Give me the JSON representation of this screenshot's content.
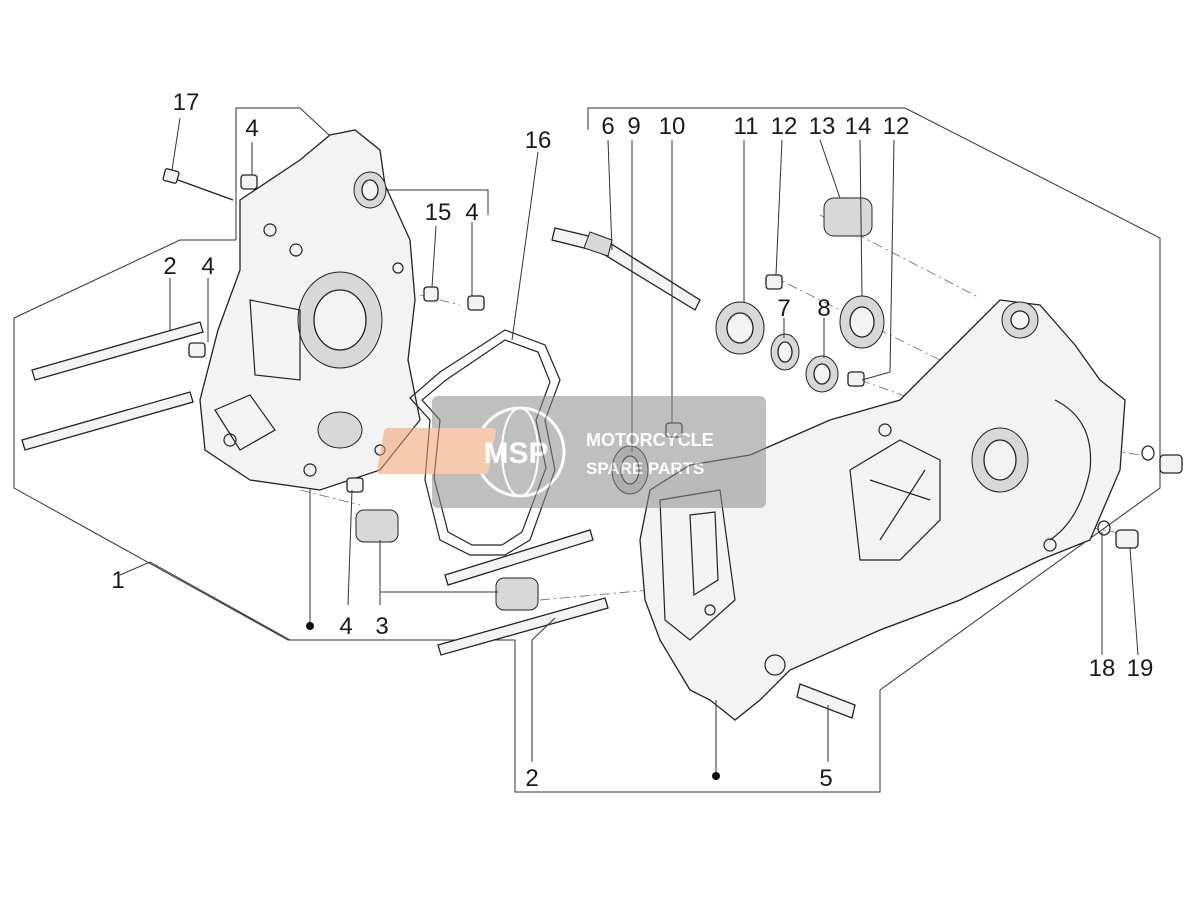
{
  "callouts": {
    "c1": "1",
    "c2a": "2",
    "c2b": "2",
    "c3": "3",
    "c4a": "4",
    "c4b": "4",
    "c4c": "4",
    "c4d": "4",
    "c5": "5",
    "c6": "6",
    "c7": "7",
    "c8": "8",
    "c9": "9",
    "c10": "10",
    "c11": "11",
    "c12a": "12",
    "c12b": "12",
    "c13": "13",
    "c14": "14",
    "c15": "15",
    "c16": "16",
    "c17": "17",
    "c18": "18",
    "c19": "19"
  },
  "watermark": {
    "logo": "MSP",
    "line1": "MOTORCYCLE",
    "line2": "SPARE PARTS"
  },
  "colors": {
    "watermark_logo": "#f0a070",
    "watermark_bg": "#8c8c8c",
    "line": "#222222"
  }
}
